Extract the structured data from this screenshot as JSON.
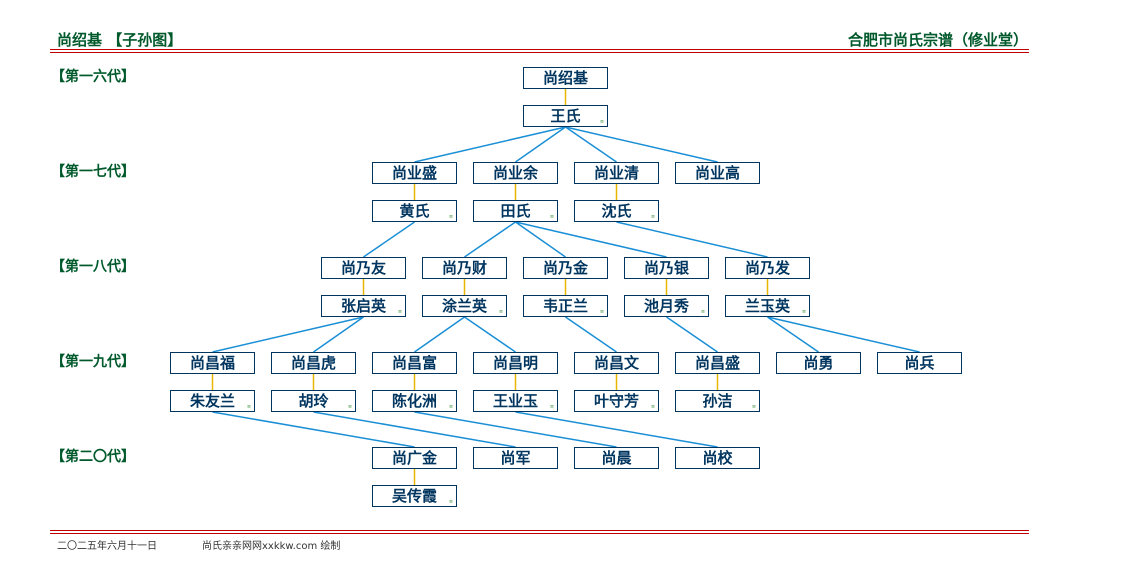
{
  "header": {
    "title_left": "尚绍基 【子孙图】",
    "title_right": "合肥市尚氏宗谱（修业堂）"
  },
  "generations": [
    "【第一六代】",
    "【第一七代】",
    "【第一八代】",
    "【第一九代】",
    "【第二〇代】"
  ],
  "nodes": {
    "n1": "尚绍基",
    "w1": "王氏",
    "a1": "尚业盛",
    "a2": "尚业余",
    "a3": "尚业清",
    "a4": "尚业高",
    "aw1": "黄氏",
    "aw2": "田氏",
    "aw3": "沈氏",
    "b1": "尚乃友",
    "b2": "尚乃财",
    "b3": "尚乃金",
    "b4": "尚乃银",
    "b5": "尚乃发",
    "bw1": "张启英",
    "bw2": "涂兰英",
    "bw3": "韦正兰",
    "bw4": "池月秀",
    "bw5": "兰玉英",
    "c1": "尚昌福",
    "c2": "尚昌虎",
    "c3": "尚昌富",
    "c4": "尚昌明",
    "c5": "尚昌文",
    "c6": "尚昌盛",
    "c7": "尚勇",
    "c8": "尚兵",
    "cw1": "朱友兰",
    "cw2": "胡玲",
    "cw3": "陈化洲",
    "cw4": "王业玉",
    "cw5": "叶守芳",
    "cw6": "孙洁",
    "d1": "尚广金",
    "d2": "尚军",
    "d3": "尚晨",
    "d4": "尚校",
    "dw1": "吴传霞"
  },
  "spouse_mark": "≡",
  "colors": {
    "title_green": "#00592b",
    "node_border": "#00355f",
    "line_blue": "#1a8fd6",
    "line_gold": "#e8b600",
    "rule_red": "#c00000"
  },
  "footer": {
    "date": "二〇二五年六月十一日",
    "site": "尚氏亲亲网网xxkkw.com 绘制"
  }
}
